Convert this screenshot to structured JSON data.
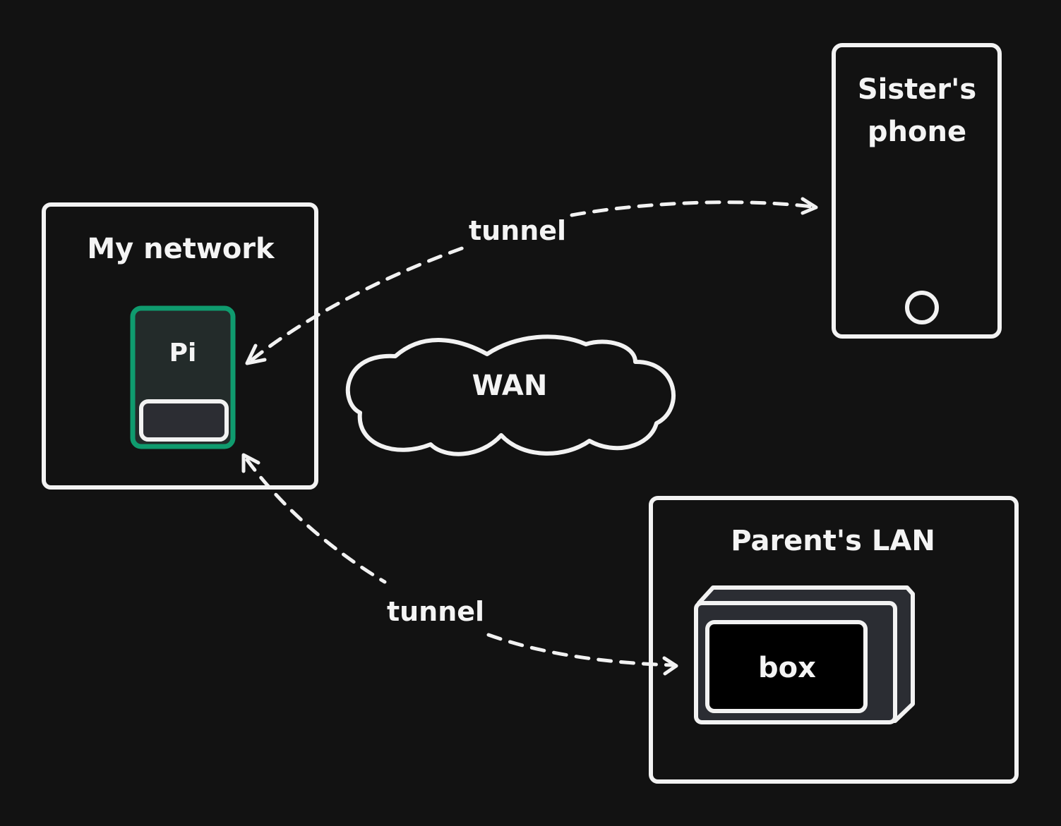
{
  "diagram": {
    "nodes": {
      "my_network": {
        "label": "My network"
      },
      "pi": {
        "label": "Pi"
      },
      "wan": {
        "label": "WAN"
      },
      "sister_phone": {
        "label_line1": "Sister's",
        "label_line2": "phone"
      },
      "parents_lan": {
        "label": "Parent's LAN"
      },
      "box": {
        "label": "box"
      }
    },
    "edges": {
      "tunnel_to_phone": {
        "label": "tunnel"
      },
      "tunnel_to_box": {
        "label": "tunnel"
      }
    },
    "colors": {
      "background": "#121212",
      "stroke": "#f2f2f2",
      "pi_border": "#0f9b6e",
      "pi_fill": "#232b2a",
      "box_outer_fill": "#2b2d33",
      "box_inner_fill": "#000000"
    }
  }
}
